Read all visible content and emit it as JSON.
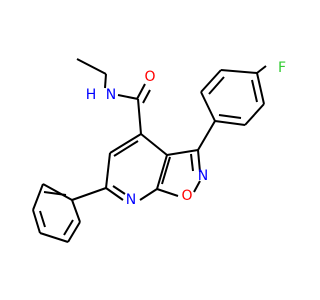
{
  "molecule": {
    "colors": {
      "carbon_bond": "#000000",
      "nitrogen": "#0000ff",
      "oxygen": "#ff0000",
      "fluorine": "#33cc33"
    },
    "atom_labels": {
      "amide_n": "N",
      "amide_h": "H",
      "carbonyl_o": "O",
      "fluorine": "F",
      "ring_n_isoxazole": "N",
      "ring_o_isoxazole": "O",
      "pyridine_n": "N"
    }
  }
}
